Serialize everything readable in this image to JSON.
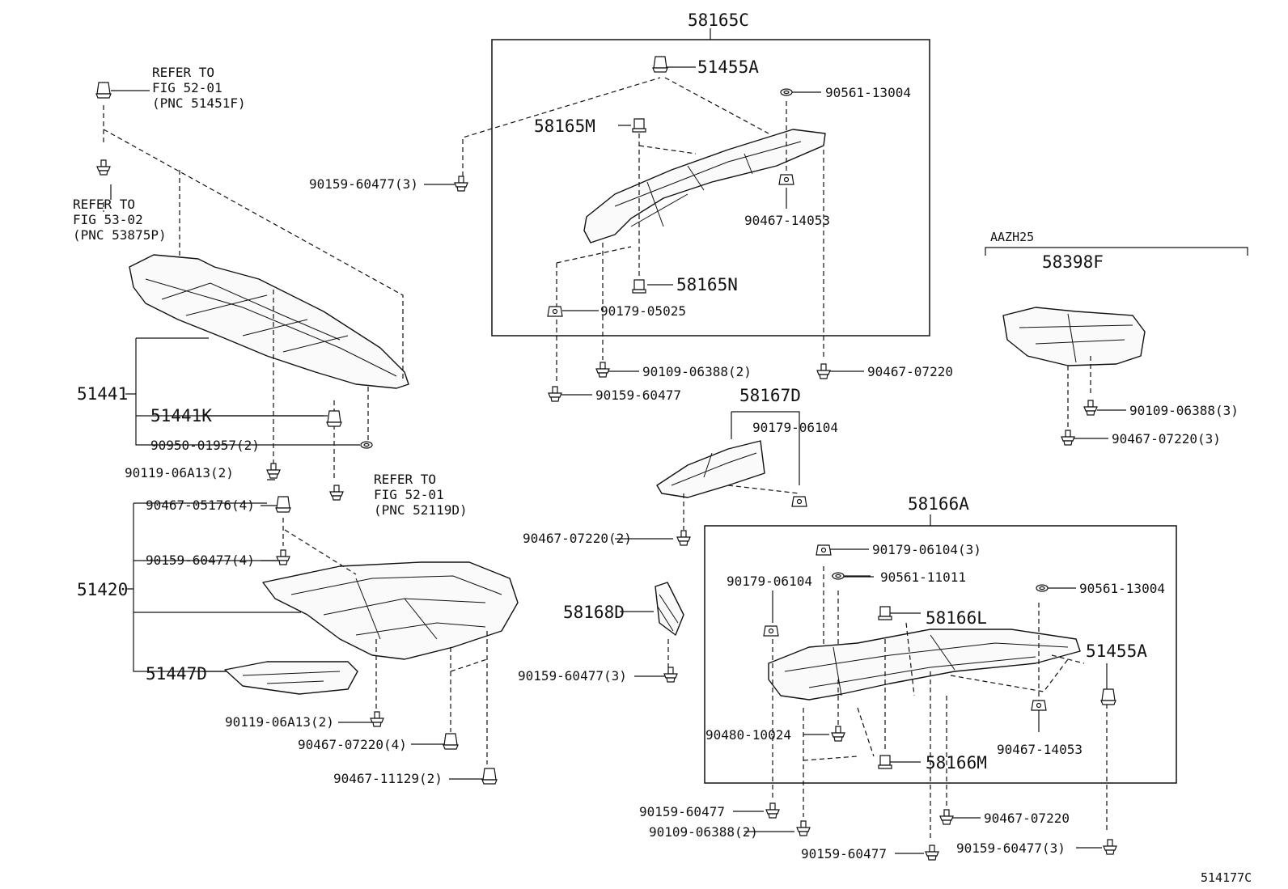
{
  "diagram_id": "514177C",
  "variant_label": "AAZH25",
  "groups": {
    "g51441": "51441",
    "g51420": "51420",
    "g58165C": "58165C",
    "g58166A": "58166A",
    "g58167D": "58167D",
    "g58398F": "58398F"
  },
  "notes": {
    "refer_fig5201_a": [
      "REFER TO",
      "FIG 52-01",
      "(PNC 51451F)"
    ],
    "refer_fig5302": [
      "REFER TO",
      "FIG 53-02",
      "(PNC 53875P)"
    ],
    "refer_fig5201_b": [
      "REFER TO",
      "FIG 52-01",
      "(PNC 52119D)"
    ]
  },
  "labels": {
    "l51441K": "51441K",
    "l90950_01957": "90950-01957(2)",
    "l90119_06A13_top": "90119-06A13(2)",
    "l90467_05176": "90467-05176(4)",
    "l90159_60477_4": "90159-60477(4)",
    "l51447D": "51447D",
    "l90119_06A13_bot": "90119-06A13(2)",
    "l90467_07220_4": "90467-07220(4)",
    "l90467_11129": "90467-11129(2)",
    "l51455A_top": "51455A",
    "l90561_13004_top": "90561-13004",
    "l58165M": "58165M",
    "l90159_60477_3_top": "90159-60477(3)",
    "l90467_14053_top": "90467-14053",
    "l58165N": "58165N",
    "l90179_05025": "90179-05025",
    "l90109_06388_2_top": "90109-06388(2)",
    "l90467_07220_top": "90467-07220",
    "l90159_60477_mid": "90159-60477",
    "l90179_06104_top": "90179-06104",
    "l90467_07220_2": "90467-07220(2)",
    "l58168D": "58168D",
    "l90159_60477_3_mid": "90159-60477(3)",
    "l90109_06388_3": "90109-06388(3)",
    "l90467_07220_3": "90467-07220(3)",
    "l90179_06104_3": "90179-06104(3)",
    "l90179_06104_left": "90179-06104",
    "l90561_11011": "90561-11011",
    "l90561_13004_right": "90561-13004",
    "l58166L": "58166L",
    "l51455A_right": "51455A",
    "l90480_10024": "90480-10024",
    "l58166M": "58166M",
    "l90467_14053_right": "90467-14053",
    "l90159_60477_b1": "90159-60477",
    "l90109_06388_2_b": "90109-06388(2)",
    "l90467_07220_b": "90467-07220",
    "l90159_60477_b2": "90159-60477",
    "l90159_60477_3_b": "90159-60477(3)"
  }
}
